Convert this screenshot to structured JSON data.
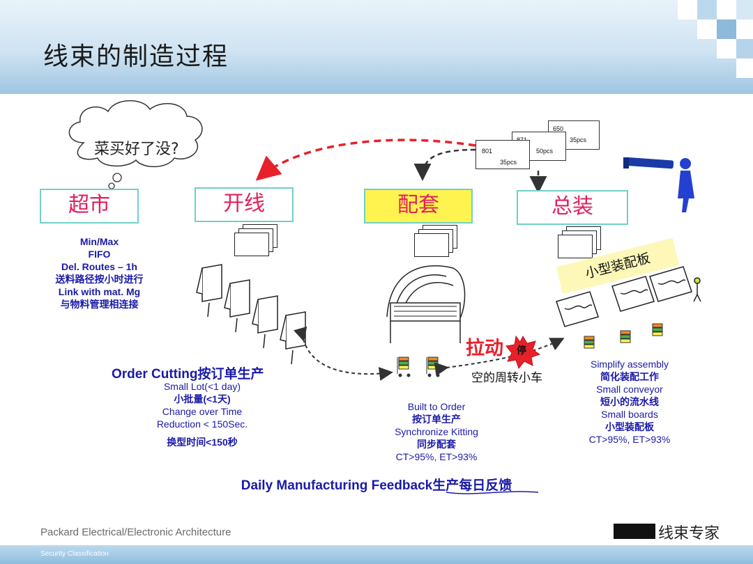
{
  "title": "线束的制造过程",
  "thought_bubble": "菜买好了没?",
  "stations": {
    "supermarket": "超市",
    "cutting": "开线",
    "kitting": "配套",
    "assembly": "总装"
  },
  "supermarket_notes": [
    "Min/Max",
    "FIFO",
    "Del. Routes – 1h",
    "送料路径按小时进行",
    "Link with mat. Mg",
    "与物料管理相连接"
  ],
  "cutting_notes": {
    "headline": "Order Cutting按订单生产",
    "lines": [
      "Small Lot(<1 day)",
      "小批量(<1天)",
      "Change over Time",
      "Reduction < 150Sec.",
      "换型时间<150秒"
    ]
  },
  "kitting_notes": [
    "Built to Order",
    "按订单生产",
    "Synchronize Kitting",
    "同步配套",
    "CT>95%, ET>93%"
  ],
  "assembly_notes": [
    "Simplify assembly",
    "简化装配工作",
    "Small conveyor",
    "短小的流水线",
    "Small boards",
    "小型装配板",
    "CT>95%, ET>93%"
  ],
  "small_board_label": "小型装配板",
  "pull_label": "拉动",
  "stop_label": "停",
  "empty_cart_label": "空的周转小车",
  "order_cards": [
    {
      "code": "801",
      "qty": "35pcs"
    },
    {
      "code": "871",
      "qty": "50pcs"
    },
    {
      "code": "650",
      "qty": "35pcs"
    }
  ],
  "feedback": "Daily Manufacturing Feedback生产每日反馈",
  "footer": {
    "org": "Packard Electrical/Electronic Architecture",
    "classification": "Security Classification",
    "watermark": "线束专家"
  },
  "colors": {
    "station_border": "#6fd0c8",
    "station_text": "#e0205c",
    "kitting_fill": "#fff44f",
    "note_blue": "#1a1aa8",
    "pull_red": "#e8202a",
    "header_blue": "#9fc6e2"
  }
}
